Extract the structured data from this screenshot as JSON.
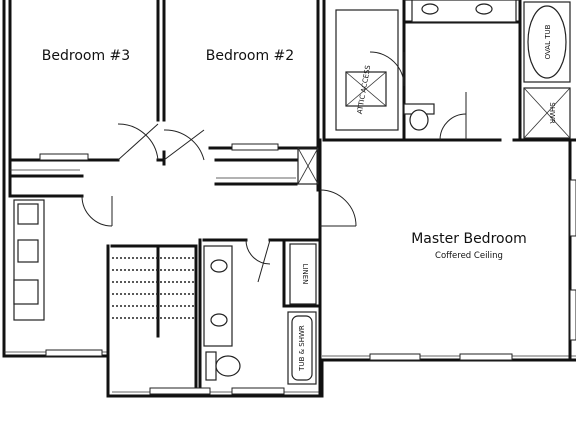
{
  "rooms": {
    "bedroom_3": "Bedroom #3",
    "bedroom_2": "Bedroom #2",
    "master_bedroom": "Master Bedroom",
    "master_note": "Coffered Ceiling"
  },
  "fixtures": {
    "oval_tub": "OVAL TUB",
    "shower": "SHWR",
    "linen": "LINEN",
    "tub_shower": "TUB & SHWR",
    "attic_access": "ATTIC ACCESS"
  }
}
